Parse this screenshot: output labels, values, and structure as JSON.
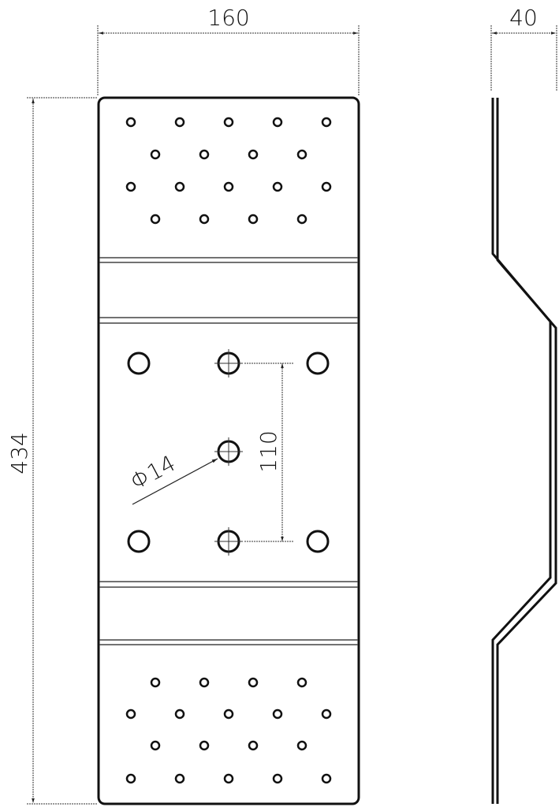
{
  "drawing": {
    "front_view": {
      "width_label": "160",
      "height_label": "434",
      "hole_spacing_label": "110",
      "hole_diameter_label": "Φ14"
    },
    "side_view": {
      "depth_label": "40"
    }
  }
}
